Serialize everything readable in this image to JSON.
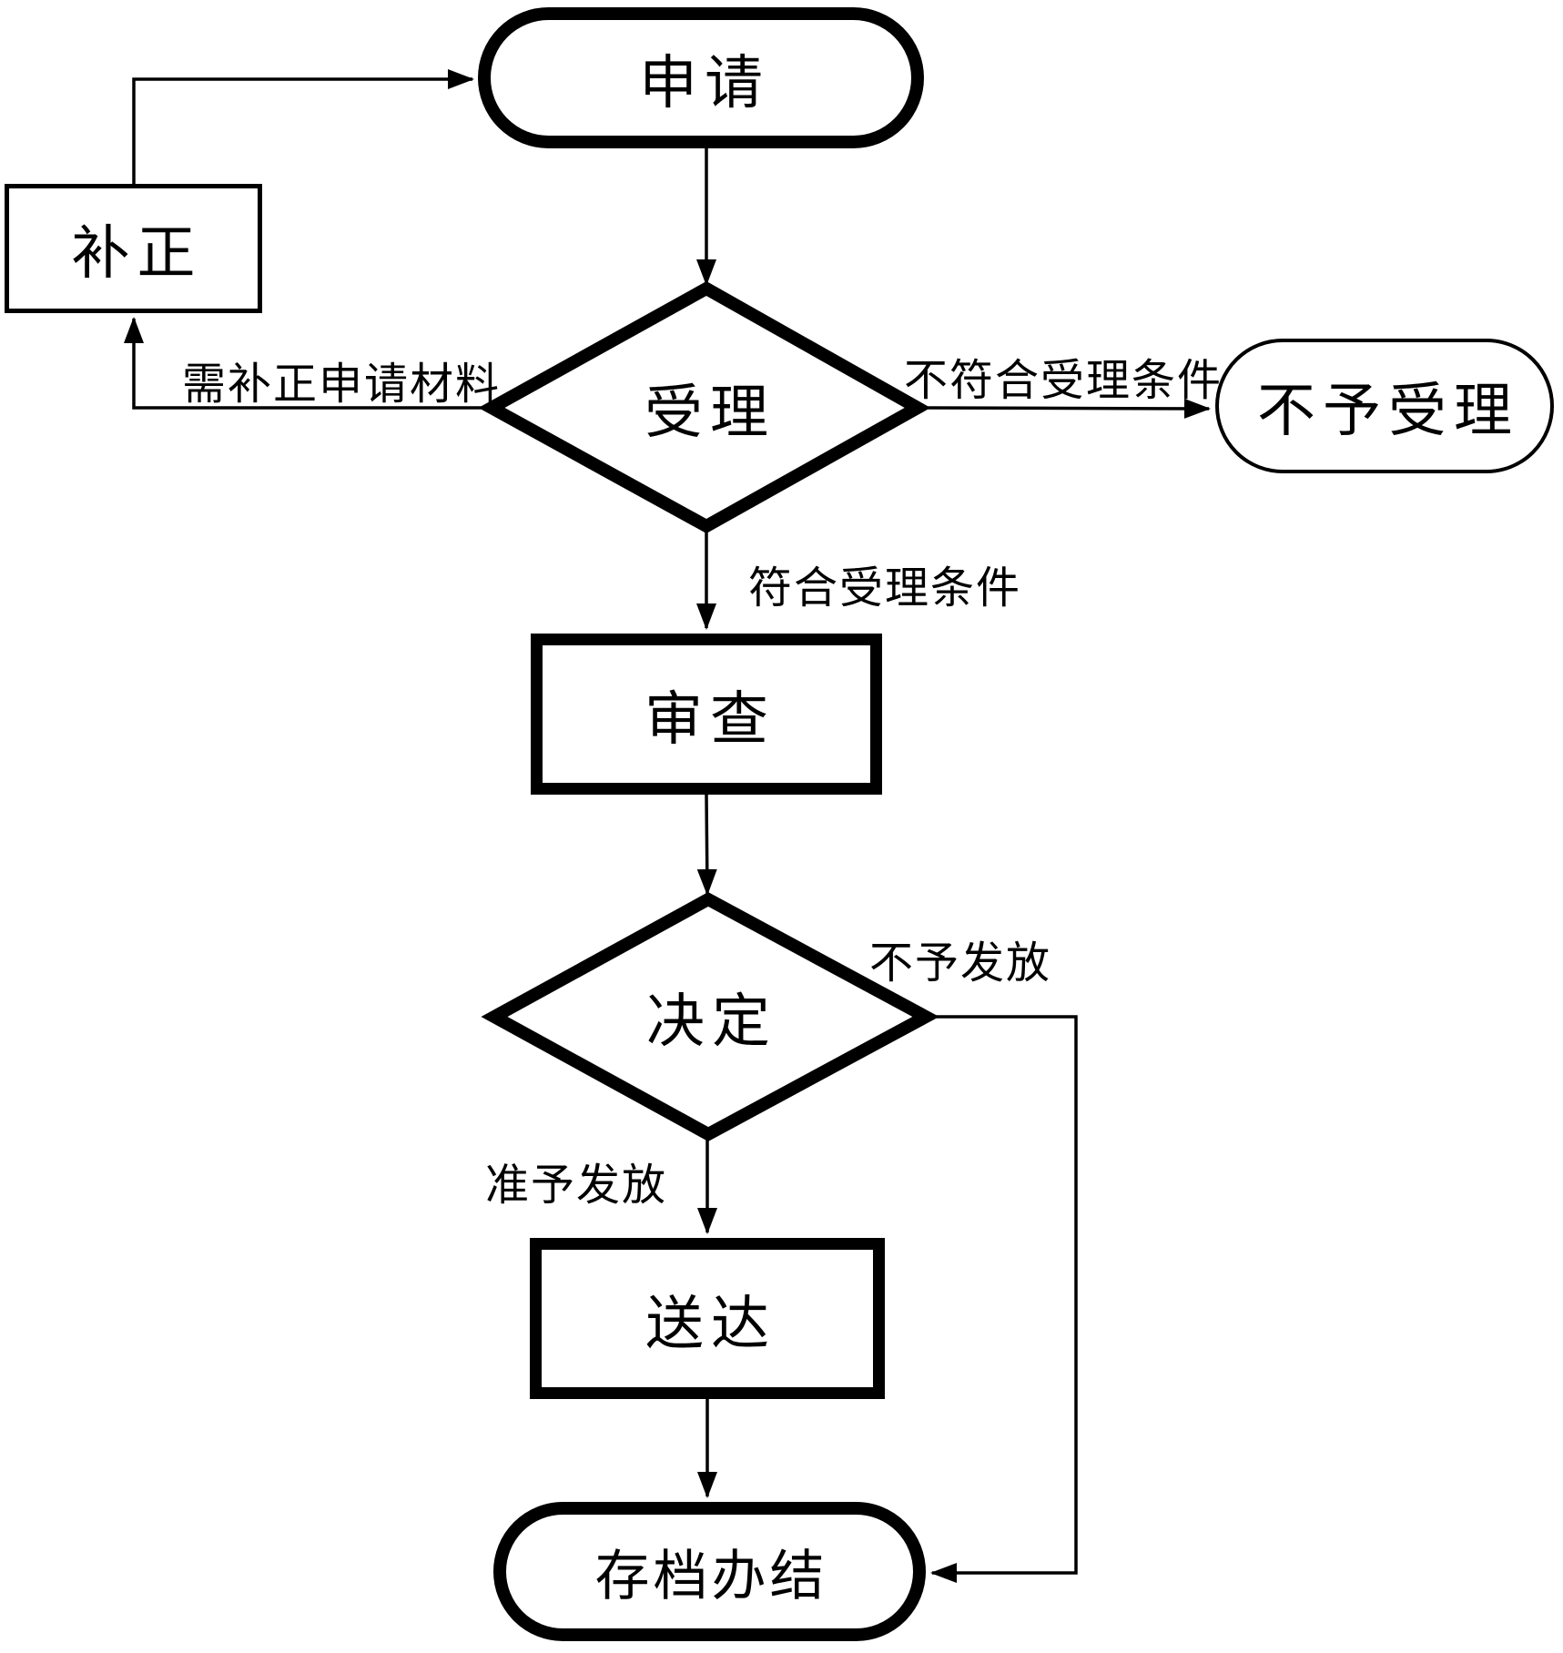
{
  "nodes": {
    "apply": {
      "label": "申请",
      "type": "stadium"
    },
    "supplement": {
      "label": "补正",
      "type": "rect"
    },
    "accept": {
      "label": "受理",
      "type": "diamond"
    },
    "reject": {
      "label": "不予受理",
      "type": "stadium"
    },
    "review": {
      "label": "审查",
      "type": "rect"
    },
    "decide": {
      "label": "决定",
      "type": "diamond"
    },
    "deliver": {
      "label": "送达",
      "type": "rect"
    },
    "archive": {
      "label": "存档办结",
      "type": "stadium"
    }
  },
  "edge_labels": {
    "need_supplement": "需补正申请材料",
    "not_meet": "不符合受理条件",
    "meet": "符合受理条件",
    "not_issue": "不予发放",
    "issue": "准予发放"
  },
  "colors": {
    "line": "#000000",
    "background": "#ffffff"
  }
}
